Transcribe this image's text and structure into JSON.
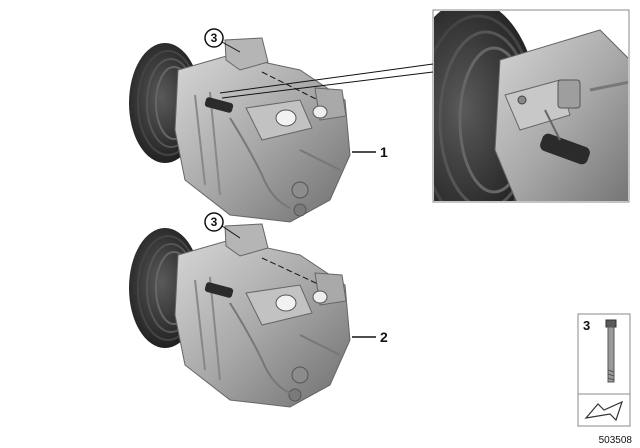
{
  "callouts": {
    "part1": "1",
    "part2": "2",
    "bolt_upper": "3",
    "bolt_lower": "3"
  },
  "legend": {
    "item_number": "3"
  },
  "document_number": "503508",
  "colors": {
    "line": "#111111",
    "pulley": "#2c2c2c",
    "body": "#9a9a9a",
    "body_light": "#c9c9c9",
    "frame_border": "#8a8a8a"
  }
}
